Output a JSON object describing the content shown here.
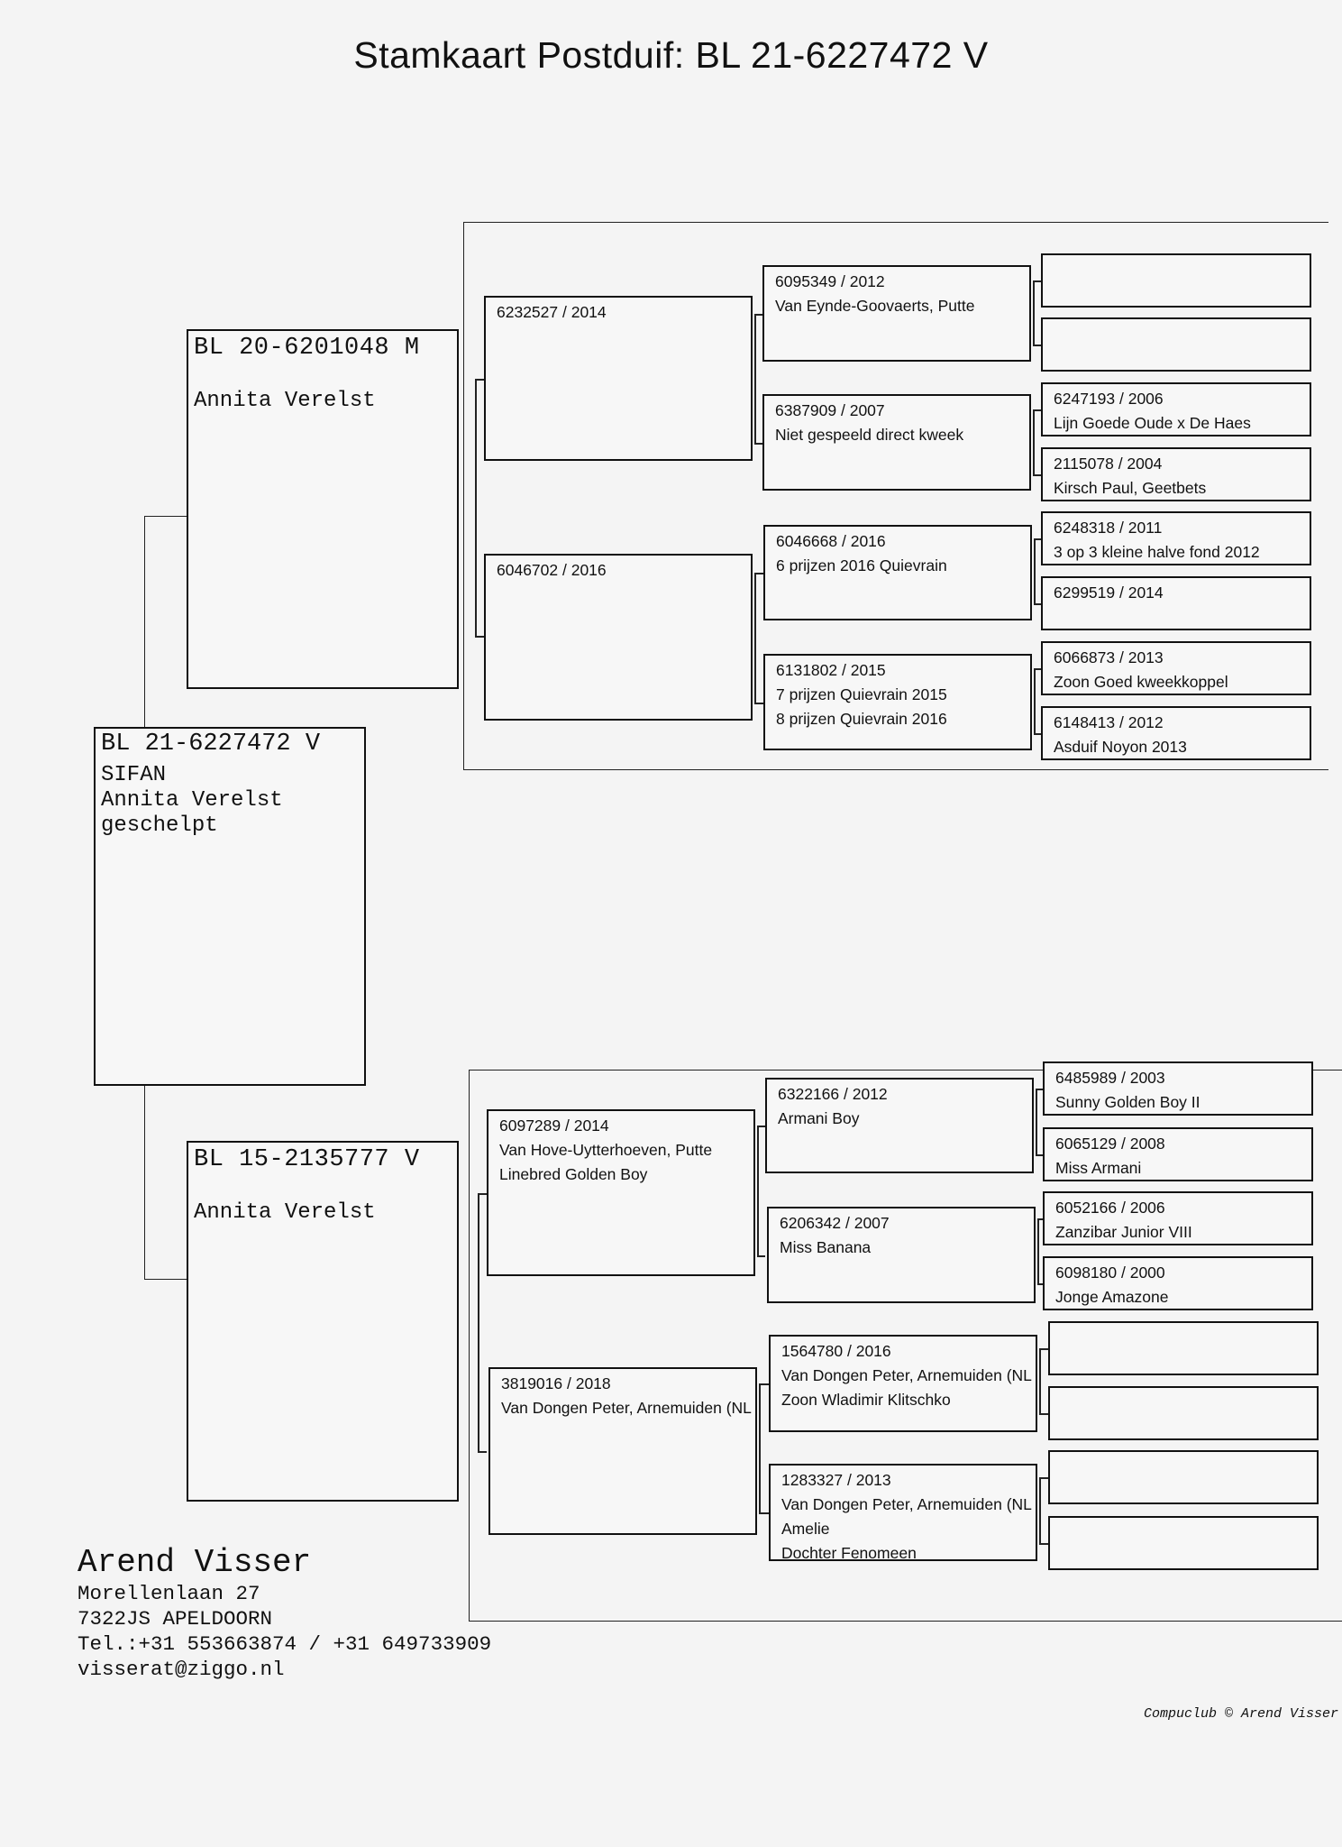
{
  "title": "Stamkaart Postduif: BL  21-6227472 V",
  "subject": {
    "ring": "BL  21-6227472 V",
    "name": "SIFAN",
    "breeder": "Annita Verelst",
    "color": "geschelpt"
  },
  "sire": {
    "ring": "BL  20-6201048 M",
    "breeder": "Annita Verelst"
  },
  "dam": {
    "ring": "BL  15-2135777 V",
    "breeder": "Annita Verelst"
  },
  "gen2": [
    {
      "lines": [
        "6232527 / 2014"
      ]
    },
    {
      "lines": [
        "6046702 / 2016"
      ]
    },
    {
      "lines": [
        "6097289 / 2014",
        "Van Hove-Uytterhoeven, Putte",
        "Linebred Golden Boy"
      ]
    },
    {
      "lines": [
        "3819016 / 2018",
        "Van Dongen Peter, Arnemuiden (NL"
      ]
    }
  ],
  "gen3": [
    {
      "lines": [
        "6095349 / 2012",
        "Van Eynde-Goovaerts, Putte"
      ]
    },
    {
      "lines": [
        "6387909 / 2007",
        "Niet gespeeld direct kweek"
      ]
    },
    {
      "lines": [
        "6046668 / 2016",
        "6 prijzen 2016 Quievrain"
      ]
    },
    {
      "lines": [
        "6131802 / 2015",
        "7 prijzen Quievrain 2015",
        "8 prijzen Quievrain 2016"
      ]
    },
    {
      "lines": [
        "6322166 / 2012",
        "Armani Boy"
      ]
    },
    {
      "lines": [
        "6206342 / 2007",
        "Miss Banana"
      ]
    },
    {
      "lines": [
        "1564780 / 2016",
        "Van Dongen Peter, Arnemuiden (NL",
        "Zoon Wladimir Klitschko"
      ]
    },
    {
      "lines": [
        "1283327 / 2013",
        "Van Dongen Peter, Arnemuiden (NL",
        "Amelie",
        "Dochter Fenomeen"
      ]
    }
  ],
  "gen4": [
    {
      "lines": []
    },
    {
      "lines": []
    },
    {
      "lines": [
        "6247193 / 2006",
        "Lijn Goede Oude x De Haes"
      ]
    },
    {
      "lines": [
        "2115078 / 2004",
        "Kirsch Paul, Geetbets"
      ]
    },
    {
      "lines": [
        "6248318 / 2011",
        "3 op 3 kleine halve fond 2012"
      ]
    },
    {
      "lines": [
        "6299519 / 2014"
      ]
    },
    {
      "lines": [
        "6066873 / 2013",
        "Zoon Goed kweekkoppel"
      ]
    },
    {
      "lines": [
        "6148413 / 2012",
        "Asduif Noyon 2013"
      ]
    },
    {
      "lines": [
        "6485989 / 2003",
        "Sunny Golden Boy II"
      ]
    },
    {
      "lines": [
        "6065129 / 2008",
        "Miss Armani"
      ]
    },
    {
      "lines": [
        "6052166 / 2006",
        "Zanzibar Junior VIII"
      ]
    },
    {
      "lines": [
        "6098180 / 2000",
        "Jonge Amazone"
      ]
    },
    {
      "lines": []
    },
    {
      "lines": []
    },
    {
      "lines": []
    },
    {
      "lines": []
    }
  ],
  "owner": {
    "name": "Arend Visser",
    "street": "Morellenlaan 27",
    "city": "7322JS  APELDOORN",
    "phone": "Tel.:+31 553663874 / +31 649733909",
    "email": "visserat@ziggo.nl"
  },
  "credit": "Compuclub © Arend Visser"
}
